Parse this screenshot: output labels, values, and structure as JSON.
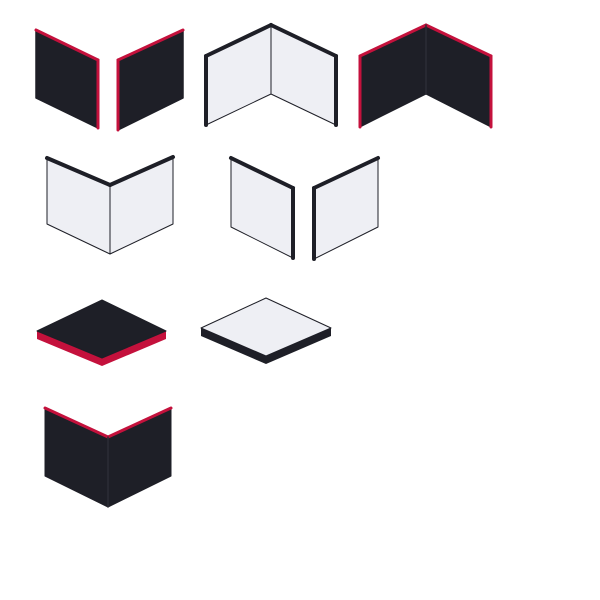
{
  "palette": {
    "background": "#ffffff",
    "dark_face": "#1e1f27",
    "light_face": "#eeeff4",
    "outline": "#1e1f27",
    "accent": "#c4113c"
  },
  "tiles": [
    {
      "name": "dark-split-walls-tile",
      "kind": "split-walls",
      "tone": "dark"
    },
    {
      "name": "light-corner-walls-tile",
      "kind": "corner-walls",
      "tone": "light"
    },
    {
      "name": "dark-corner-walls-tile",
      "kind": "corner-walls",
      "tone": "dark"
    },
    {
      "name": "light-open-corner-tile",
      "kind": "open-corner",
      "tone": "light"
    },
    {
      "name": "light-split-walls-tile",
      "kind": "split-walls",
      "tone": "light"
    },
    {
      "name": "dark-floor-tile",
      "kind": "floor",
      "tone": "dark"
    },
    {
      "name": "light-floor-tile",
      "kind": "floor",
      "tone": "light"
    },
    {
      "name": "dark-open-corner-tile",
      "kind": "open-corner",
      "tone": "dark"
    }
  ]
}
